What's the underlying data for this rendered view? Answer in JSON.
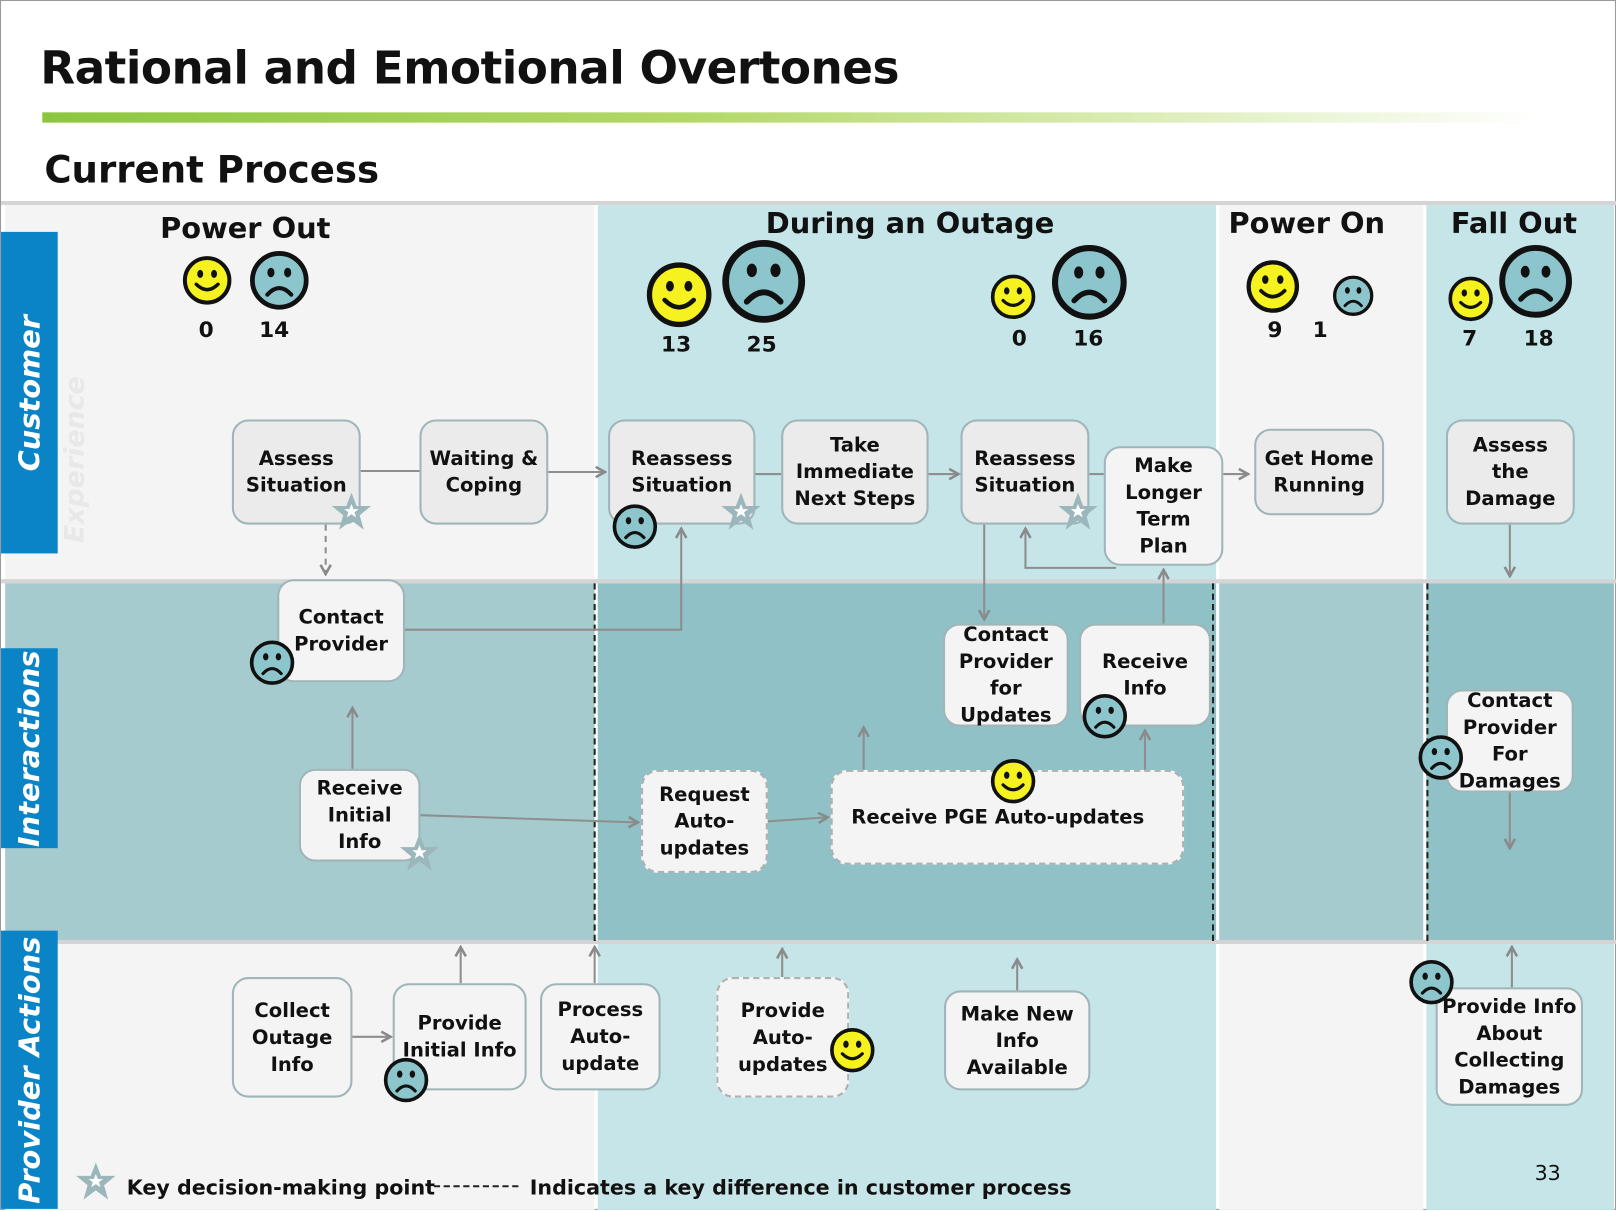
{
  "title": "Rational and Emotional Overtones",
  "subtitle": "Current Process",
  "lanes": {
    "customer": "Customer",
    "customer_ghost": "Experience",
    "interactions": "Interactions",
    "provider": "Provider Actions"
  },
  "phases": [
    {
      "name": "Power Out",
      "counts": [
        {
          "face": "happy",
          "value": "0"
        },
        {
          "face": "sad",
          "value": "14"
        }
      ]
    },
    {
      "name": "During an Outage",
      "counts": [
        {
          "face": "happy",
          "value": "13"
        },
        {
          "face": "sad",
          "value": "25"
        },
        {
          "face": "happy",
          "value": "0"
        },
        {
          "face": "sad",
          "value": "16"
        }
      ]
    },
    {
      "name": "Power On",
      "counts": [
        {
          "face": "happy",
          "value": "9"
        },
        {
          "face": "sad",
          "value": "1"
        }
      ]
    },
    {
      "name": "Fall Out",
      "counts": [
        {
          "face": "happy",
          "value": "7"
        },
        {
          "face": "sad",
          "value": "18"
        }
      ]
    }
  ],
  "customer_steps": [
    "Assess Situation",
    "Waiting & Coping",
    "Reassess Situation",
    "Take Immediate Next Steps",
    "Reassess Situation",
    "Make Longer Term Plan",
    "Get Home Running",
    "Assess the Damage"
  ],
  "interaction_steps": [
    "Contact Provider",
    "Receive Initial Info",
    "Request Auto-updates",
    "Receive PGE Auto-updates",
    "Contact Provider for Updates",
    "Receive Info",
    "Contact Provider For Damages"
  ],
  "provider_steps": [
    "Collect Outage Info",
    "Provide Initial Info",
    "Process Auto-update",
    "Provide Auto-updates",
    "Make New Info Available",
    "Provide Info About Collecting Damages"
  ],
  "legend": {
    "star": "Key decision-making point",
    "dashed": "Indicates a key difference in customer process"
  },
  "page_number": "33",
  "colors": {
    "lane_blue": "#0a84c6",
    "teal": "#c6e5e8",
    "happy": "#f5f21f",
    "sad": "#8cc5cc"
  }
}
